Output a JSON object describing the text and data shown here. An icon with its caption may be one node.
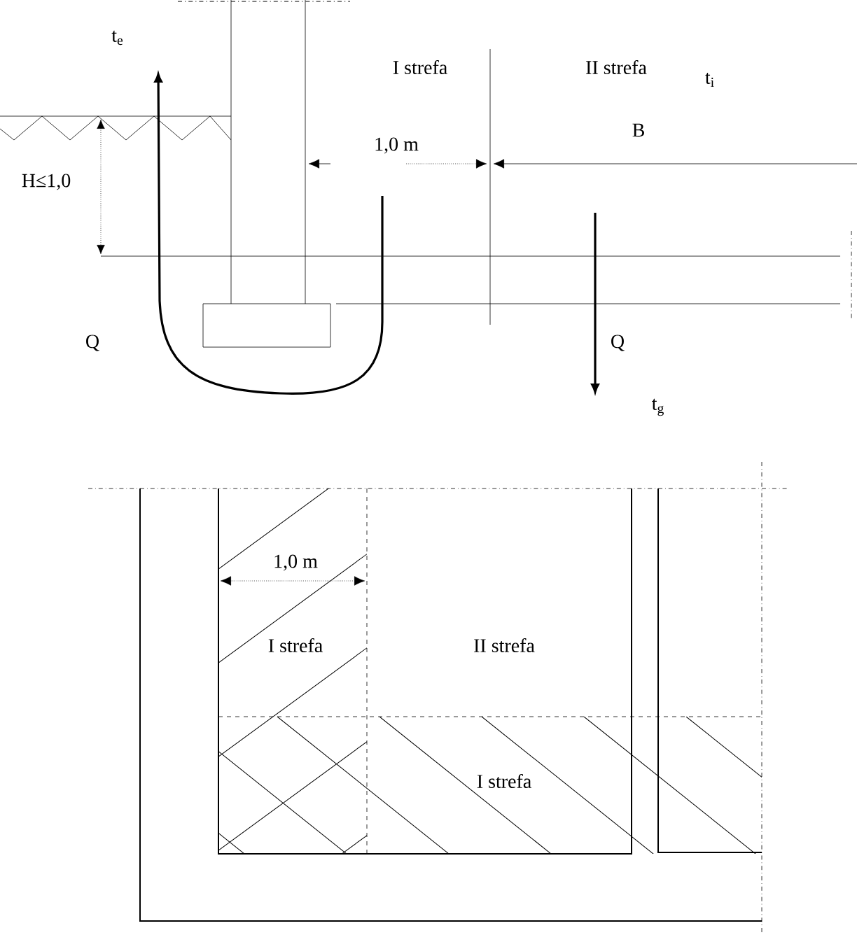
{
  "diagram": {
    "labels": [
      "t$_{e}$",
      "I strefa",
      "II strefa",
      "t$_{i}$",
      "B",
      "1,0 m",
      "H≤1,0",
      "Q",
      "Q",
      "t$_{g}$",
      "1,0 m",
      "I strefa",
      "II strefa",
      "I strefa"
    ]
  }
}
